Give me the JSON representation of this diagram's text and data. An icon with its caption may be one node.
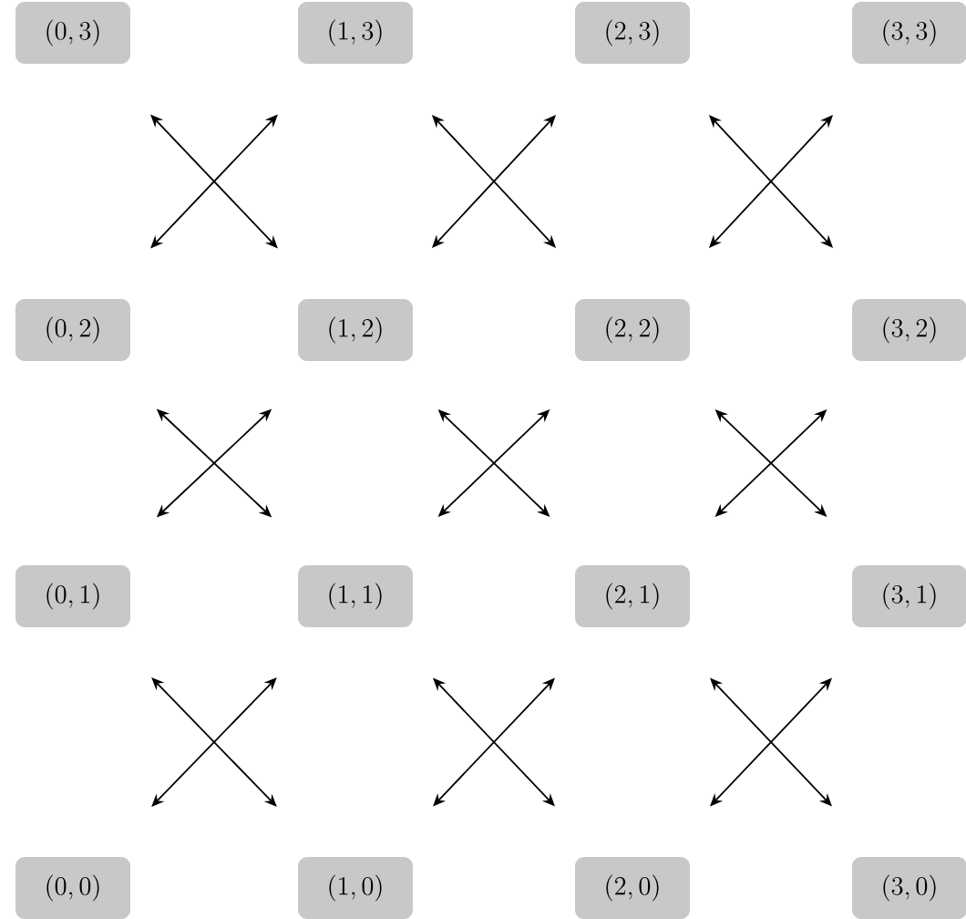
{
  "diagram": {
    "nodes": [
      {
        "text": [
          "(0,3)"
        ]
      },
      {
        "text": [
          "(1,3)"
        ]
      },
      {
        "text": [
          "(2,3)"
        ]
      },
      {
        "text": [
          "(3,3)"
        ]
      },
      {
        "text": [
          "(0,2)"
        ]
      },
      {
        "text": [
          "(1,2)"
        ]
      },
      {
        "text": [
          "(2,2)"
        ]
      },
      {
        "text": [
          "(3,2)"
        ]
      },
      {
        "text": [
          "(0,1)"
        ]
      },
      {
        "text": [
          "(1,1)"
        ]
      },
      {
        "text": [
          "(2,1)"
        ]
      },
      {
        "text": [
          "(3,1)"
        ]
      },
      {
        "text": [
          "(0,0)"
        ]
      },
      {
        "text": [
          "(1,0)"
        ]
      },
      {
        "text": [
          "(2,0)"
        ]
      },
      {
        "text": [
          "(3,0)"
        ]
      }
    ],
    "edges": [
      {
        "from": 0,
        "to": 5,
        "arrow": "both"
      },
      {
        "from": 4,
        "to": 1,
        "arrow": "both"
      },
      {
        "from": 1,
        "to": 6,
        "arrow": "both"
      },
      {
        "from": 5,
        "to": 2,
        "arrow": "both"
      },
      {
        "from": 2,
        "to": 7,
        "arrow": "both"
      },
      {
        "from": 6,
        "to": 3,
        "arrow": "both"
      },
      {
        "from": 4,
        "to": 9,
        "arrow": "both"
      },
      {
        "from": 8,
        "to": 5,
        "arrow": "both"
      },
      {
        "from": 5,
        "to": 10,
        "arrow": "both"
      },
      {
        "from": 9,
        "to": 6,
        "arrow": "both"
      },
      {
        "from": 6,
        "to": 11,
        "arrow": "both"
      },
      {
        "from": 10,
        "to": 7,
        "arrow": "both"
      },
      {
        "from": 8,
        "to": 13,
        "arrow": "both"
      },
      {
        "from": 12,
        "to": 9,
        "arrow": "both"
      },
      {
        "from": 9,
        "to": 14,
        "arrow": "both"
      },
      {
        "from": 13,
        "to": 10,
        "arrow": "both"
      },
      {
        "from": 10,
        "to": 15,
        "arrow": "both"
      },
      {
        "from": 14,
        "to": 11,
        "arrow": "both"
      }
    ]
  }
}
